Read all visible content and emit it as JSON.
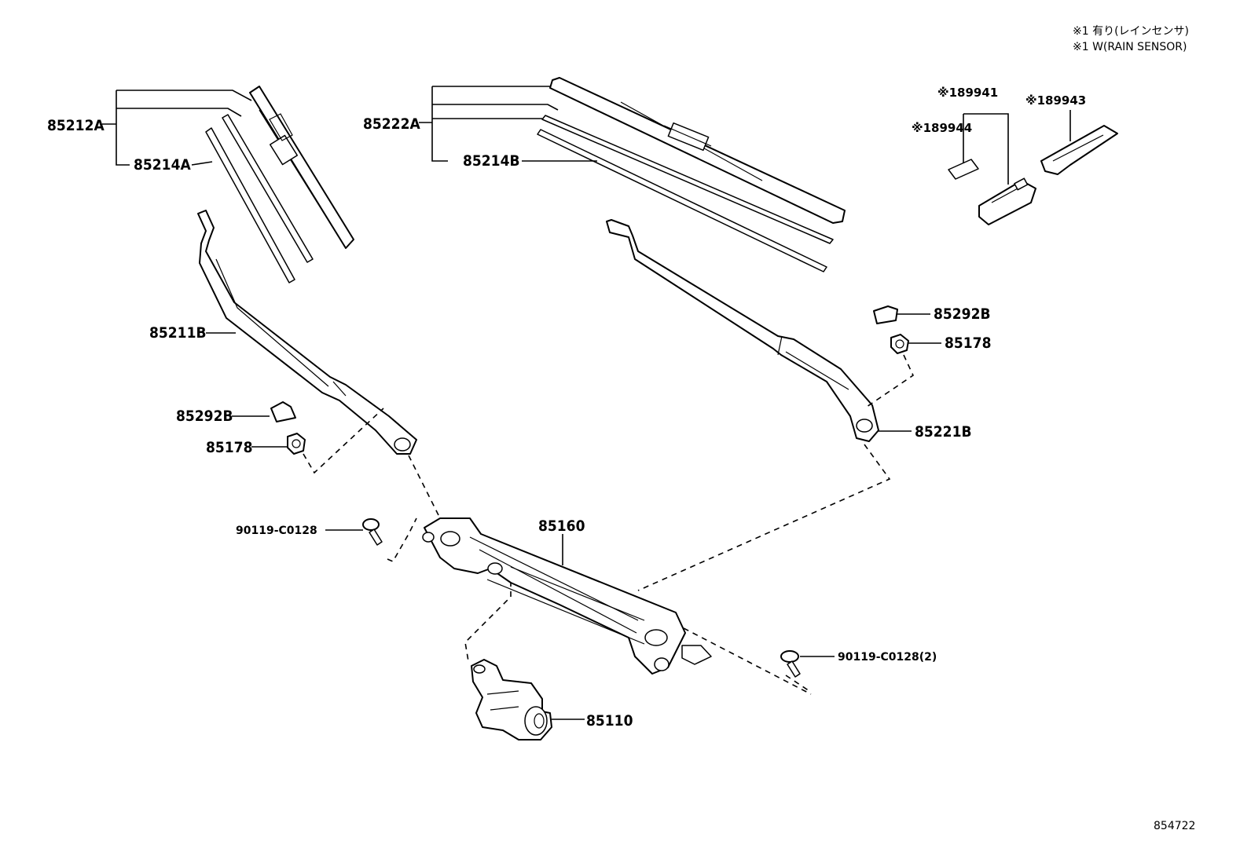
{
  "notes": {
    "line1": "※1 有り(レインセンサ)",
    "line2": "※1 W(RAIN SENSOR)"
  },
  "reference_number": "854722",
  "colors": {
    "line": "#000000",
    "background": "#ffffff"
  },
  "callouts": {
    "blade_left": "85212A",
    "rubber_left": "85214A",
    "blade_right": "85222A",
    "rubber_right": "85214B",
    "sensor_89941": "※189941",
    "sensor_89944": "※189944",
    "sensor_89943": "※189943",
    "arm_left": "85211B",
    "cap_left": "85292B",
    "nut_left": "85178",
    "cap_right": "85292B",
    "nut_right": "85178",
    "arm_right": "85221B",
    "bolt_left": "90119-C0128",
    "linkage": "85160",
    "bolt_right": "90119-C0128(2)",
    "motor": "85110"
  }
}
